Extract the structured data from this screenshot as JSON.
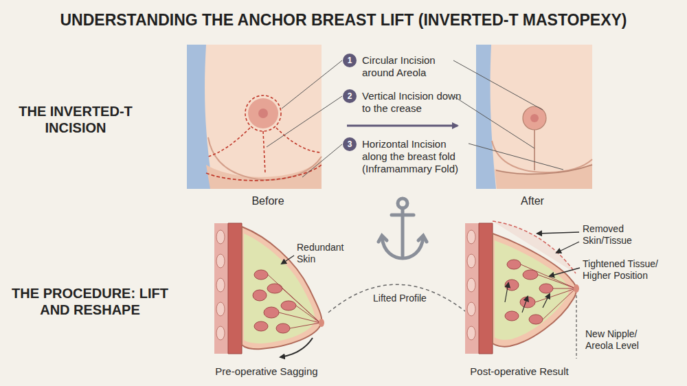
{
  "diagram": {
    "title": "UNDERSTANDING THE ANCHOR BREAST LIFT (INVERTED-T MASTOPEXY)",
    "nodes": [
      {
        "text": [
          "1"
        ]
      },
      {
        "text": [
          "2"
        ]
      },
      {
        "text": [
          "3"
        ]
      }
    ],
    "labels": [
      "THE INVERTED-T INCISION",
      "Circular Incision around Areola",
      "Vertical Incision down to the crease",
      "Horizontal Incision along the breast fold (Inframammary Fold)",
      "Before",
      "After",
      "THE PROCEDURE: LIFT AND RESHAPE",
      "Redundant Skin",
      "Lifted Profile",
      "Removed Skin/Tissue",
      "Tightened Tissue/ Higher Position",
      "New Nipple/ Areola Level",
      "Pre-operative Sagging",
      "Post-operative Result"
    ]
  }
}
